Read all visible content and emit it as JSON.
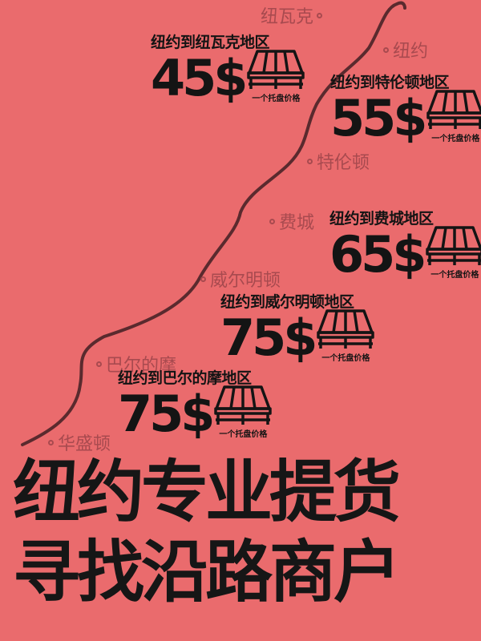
{
  "cities": [
    {
      "key": "newark",
      "name": "纽瓦克"
    },
    {
      "key": "newyork",
      "name": "纽约"
    },
    {
      "key": "trenton",
      "name": "特伦顿"
    },
    {
      "key": "philadelphia",
      "name": "费城"
    },
    {
      "key": "wilmington",
      "name": "威尔明顿"
    },
    {
      "key": "baltimore",
      "name": "巴尔的摩"
    },
    {
      "key": "washington",
      "name": "华盛顿"
    }
  ],
  "routes": [
    {
      "label": "纽约到纽瓦克地区",
      "price": "45$",
      "caption": "一个托盘价格"
    },
    {
      "label": "纽约到特伦顿地区",
      "price": "55$",
      "caption": "一个托盘价格"
    },
    {
      "label": "纽约到费城地区",
      "price": "65$",
      "caption": "一个托盘价格"
    },
    {
      "label": "纽约到威尔明顿地区",
      "price": "75$",
      "caption": "一个托盘价格"
    },
    {
      "label": "纽约到巴尔的摩地区",
      "price": "75$",
      "caption": "一个托盘价格"
    }
  ],
  "headline": {
    "line1": "纽约专业提货",
    "line2": "寻找沿路商户"
  },
  "colors": {
    "background": "#ea6b6d",
    "text": "#141414",
    "city": "#a84a4f",
    "route_line": "#5a2a2e"
  },
  "icons": {
    "pallet": "pallet-icon",
    "city_marker": "circle-marker-icon"
  }
}
